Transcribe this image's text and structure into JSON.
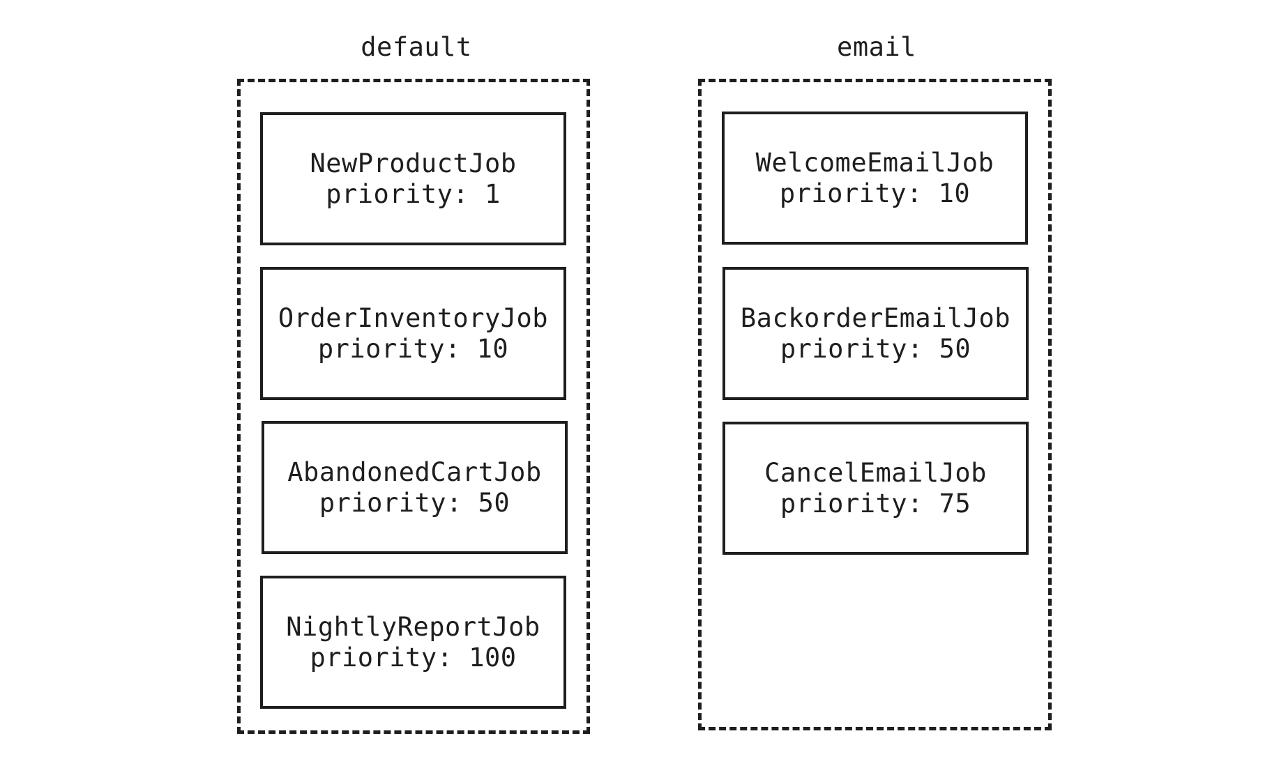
{
  "queues": [
    {
      "name": "default",
      "jobs": [
        {
          "name": "NewProductJob",
          "priority": "priority: 1"
        },
        {
          "name": "OrderInventoryJob",
          "priority": "priority: 10"
        },
        {
          "name": "AbandonedCartJob",
          "priority": "priority: 50"
        },
        {
          "name": "NightlyReportJob",
          "priority": "priority: 100"
        }
      ]
    },
    {
      "name": "email",
      "jobs": [
        {
          "name": "WelcomeEmailJob",
          "priority": "priority: 10"
        },
        {
          "name": "BackorderEmailJob",
          "priority": "priority: 50"
        },
        {
          "name": "CancelEmailJob",
          "priority": "priority: 75"
        }
      ]
    }
  ]
}
